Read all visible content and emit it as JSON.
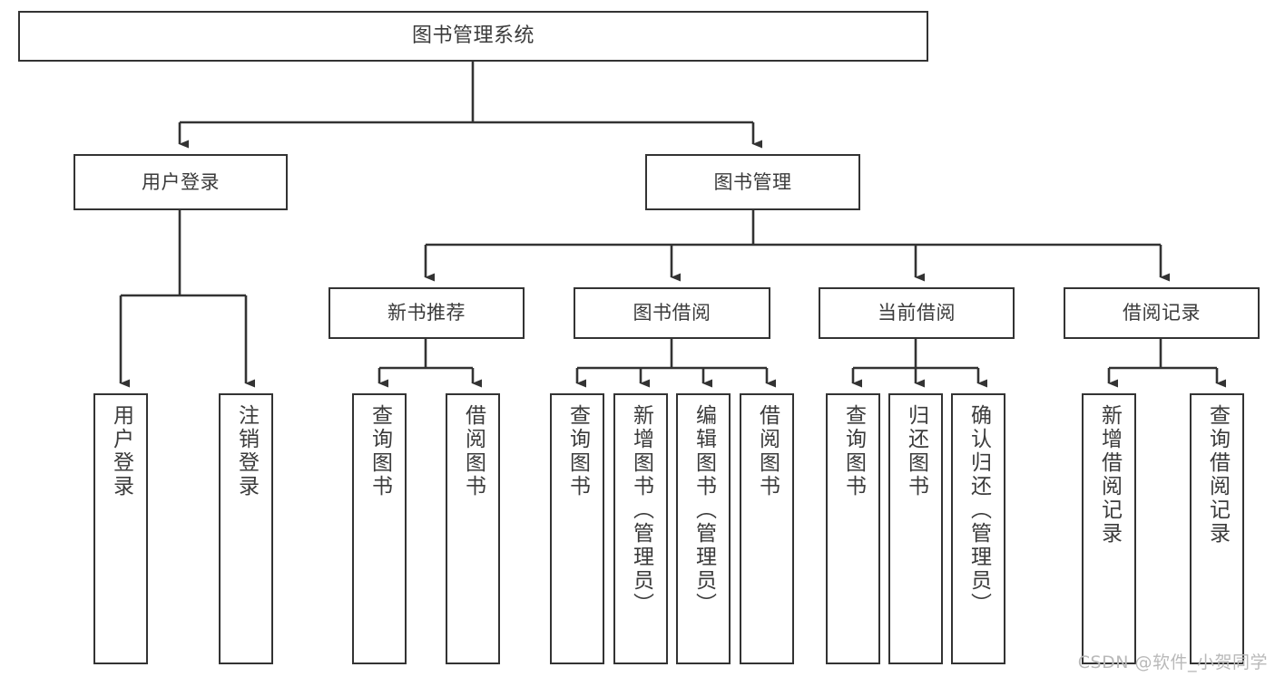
{
  "diagram": {
    "title": "图书管理系统",
    "type": "tree",
    "root": {
      "label": "图书管理系统"
    },
    "level2": [
      {
        "label": "用户登录"
      },
      {
        "label": "图书管理"
      }
    ],
    "level3": [
      {
        "label": "新书推荐"
      },
      {
        "label": "图书借阅"
      },
      {
        "label": "当前借阅"
      },
      {
        "label": "借阅记录"
      }
    ],
    "leaves": {
      "user_login": [
        {
          "label": "用户登录"
        },
        {
          "label": "注销登录"
        }
      ],
      "new_book_recommend": [
        {
          "label": "查询图书"
        },
        {
          "label": "借阅图书"
        }
      ],
      "book_borrow": [
        {
          "label": "查询图书"
        },
        {
          "label": "新增图书（管理员）"
        },
        {
          "label": "编辑图书（管理员）"
        },
        {
          "label": "借阅图书"
        }
      ],
      "current_borrow": [
        {
          "label": "查询图书"
        },
        {
          "label": "归还图书"
        },
        {
          "label": "确认归还（管理员）"
        }
      ],
      "borrow_record": [
        {
          "label": "新增借阅记录"
        },
        {
          "label": "查询借阅记录"
        }
      ]
    }
  },
  "watermark": {
    "text": "CSDN @软件_小贺同学"
  },
  "colors": {
    "stroke": "#333333",
    "background": "#ffffff",
    "text": "#3b3b3b",
    "watermark": "#b9b9b9"
  }
}
